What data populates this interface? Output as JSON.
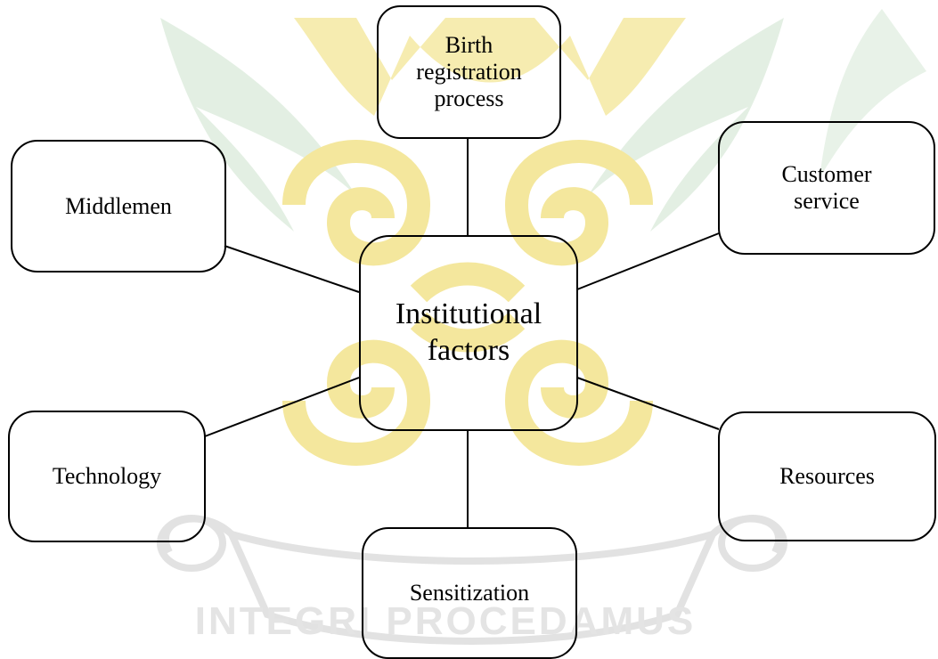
{
  "diagram": {
    "center": {
      "label": "Institutional\nfactors"
    },
    "nodes": {
      "birth": {
        "label": "Birth\nregistration\nprocess"
      },
      "middlemen": {
        "label": "Middlemen"
      },
      "customer": {
        "label": "Customer\nservice"
      },
      "technology": {
        "label": "Technology"
      },
      "resources": {
        "label": "Resources"
      },
      "sensitization": {
        "label": "Sensitization"
      }
    }
  },
  "watermark": {
    "motto": "INTEGRI PROCEDAMUS",
    "colors": {
      "gold": "#f2e49a",
      "green": "#dfeee0",
      "gray": "#e6e6e6"
    }
  },
  "colors": {
    "stroke": "#000000",
    "background": "#ffffff"
  }
}
